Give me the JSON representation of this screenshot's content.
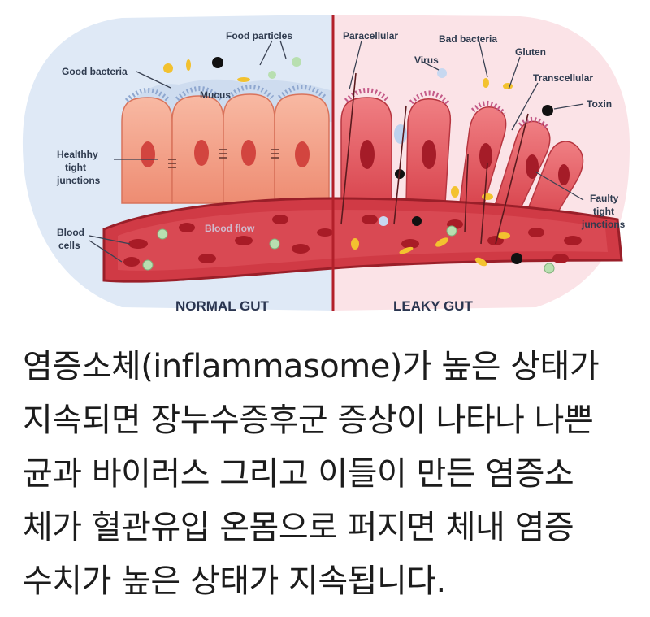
{
  "diagram": {
    "sections": {
      "normal": "NORMAL GUT",
      "leaky": "LEAKY GUT"
    },
    "labels": {
      "food_particles": "Food particles",
      "good_bacteria": "Good bacteria",
      "mucus": "Mucus",
      "healthy_tight_junctions": [
        "Healthhy",
        "tight",
        "junctions"
      ],
      "blood_cells": [
        "Blood",
        "cells"
      ],
      "blood_flow": "Blood flow",
      "paracellular": "Paracellular",
      "virus": "Virus",
      "bad_bacteria": "Bad bacteria",
      "gluten": "Gluten",
      "transcellular": "Transcellular",
      "toxin": "Toxin",
      "faulty_tight_junctions": [
        "Faulty",
        "tight",
        "junctions"
      ]
    },
    "colors": {
      "normal_bg": "#dfe9f6",
      "leaky_bg": "#fbe3e7",
      "divider": "#b3202a",
      "cell_normal": "#f6a58c",
      "cell_leaky": "#e8646b",
      "vessel": "#c8323c",
      "rbc": "#a81b26"
    }
  },
  "caption": {
    "lines": [
      "염증소체(inflammasome)가 높은 상태가",
      "지속되면 장누수증후군 증상이 나타나 나쁜",
      "균과 바이러스 그리고 이들이 만든 염증소",
      "체가 혈관유입 온몸으로 퍼지면 체내 염증",
      "수치가 높은 상태가 지속됩니다."
    ]
  }
}
